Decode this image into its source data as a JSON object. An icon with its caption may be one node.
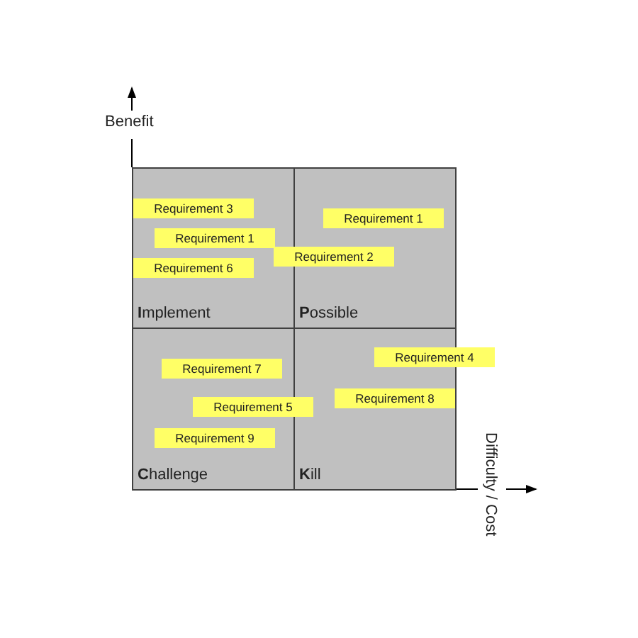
{
  "diagram": {
    "nodes": [
      {
        "text": [
          "**I**mplement"
        ]
      },
      {
        "text": [
          "**P**ossible"
        ]
      },
      {
        "text": [
          "**C**hallenge"
        ]
      },
      {
        "text": [
          "**K**ill"
        ]
      },
      {
        "text": [
          "Requirement 3"
        ],
        "in": 0
      },
      {
        "text": [
          "Requirement 1"
        ],
        "in": 0
      },
      {
        "text": [
          "Requirement 1"
        ],
        "in": 1
      },
      {
        "text": [
          "Requirement 2"
        ]
      },
      {
        "text": [
          "Requirement 6"
        ],
        "in": 0
      },
      {
        "text": [
          "Requirement 4"
        ]
      },
      {
        "text": [
          "Requirement 7"
        ],
        "in": 2
      },
      {
        "text": [
          "Requirement 8"
        ],
        "in": 3
      },
      {
        "text": [
          "Requirement 5"
        ]
      },
      {
        "text": [
          "Requirement 9"
        ],
        "in": 2
      }
    ],
    "edges": [],
    "labels": [
      "Benefit",
      "Difficulty / Cost"
    ]
  }
}
